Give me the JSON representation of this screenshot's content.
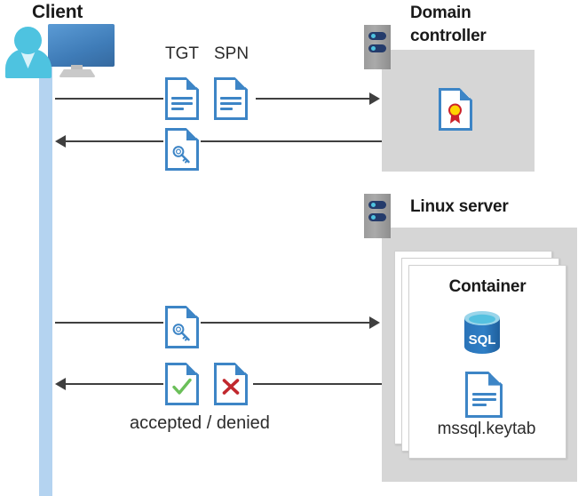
{
  "diagram": {
    "title_client": "Client",
    "title_domain_controller": "Domain controller",
    "title_domain_controller_line1": "Domain",
    "title_domain_controller_line2": "controller",
    "title_linux_server": "Linux server",
    "title_container": "Container"
  },
  "labels": {
    "tgt": "TGT",
    "spn": "SPN",
    "accepted_denied": "accepted / denied",
    "keytab_file": "mssql.keytab",
    "sql_text": "SQL"
  },
  "icons": {
    "client_workstation": "client-user-monitor-icon",
    "server_rack_dc": "server-rack-icon",
    "server_rack_linux": "server-rack-icon",
    "tgt_document": "document-icon",
    "spn_document": "document-icon",
    "ticket_key_document": "document-key-icon",
    "request_key_document": "document-key-icon",
    "accepted_document": "document-check-icon",
    "denied_document": "document-x-icon",
    "certificate_document": "certificate-icon",
    "sql_database": "sql-database-icon",
    "keytab_document": "document-icon"
  },
  "flows": [
    {
      "id": "client-to-dc-request",
      "direction": "right",
      "from": "Client",
      "to": "Domain controller",
      "payload": "TGT + SPN"
    },
    {
      "id": "dc-to-client-ticket",
      "direction": "left",
      "from": "Domain controller",
      "to": "Client",
      "payload": "service ticket"
    },
    {
      "id": "client-to-linux-ticket",
      "direction": "right",
      "from": "Client",
      "to": "Linux server",
      "payload": "service ticket"
    },
    {
      "id": "linux-to-client-result",
      "direction": "left",
      "from": "Linux server",
      "to": "Client",
      "payload": "accepted / denied"
    }
  ],
  "colors": {
    "accent_blue": "#3d85c6",
    "monitor_blue": "#4a86c5",
    "person_cyan": "#4ec3e0",
    "lifeline_blue": "#b4d3f0",
    "host_gray": "#d6d6d6",
    "server_gray": "#9b9b9b",
    "server_navy": "#243b6b",
    "check_green": "#6bbf59",
    "x_red": "#c1272d",
    "cert_gold": "#ffd400",
    "cert_ribbon_red": "#cc2229",
    "sql_blue": "#2a73b8",
    "arrow_gray": "#3f3f3f",
    "text_dark": "#1a1a1a"
  }
}
